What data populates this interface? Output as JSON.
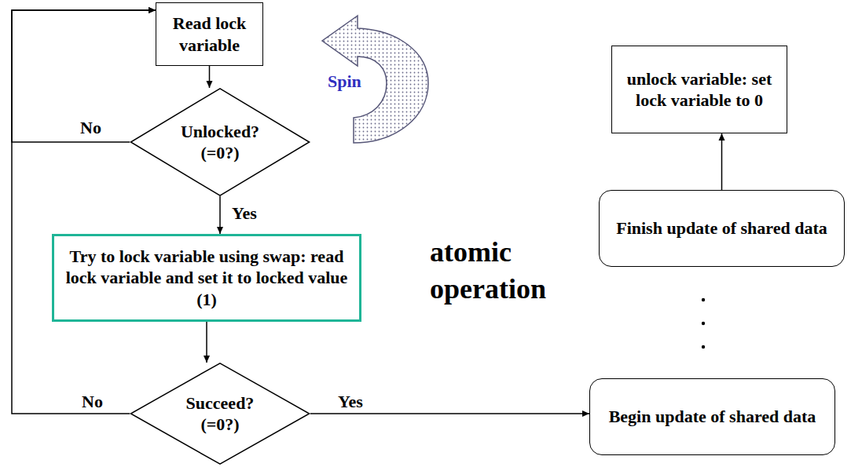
{
  "diagram": {
    "nodes": [
      {
        "text": [
          "Read lock variable"
        ]
      },
      {
        "text": [
          "Unlocked? (=0?)"
        ]
      },
      {
        "text": [
          "Try to lock variable using swap: read lock variable and set it to locked value (1)"
        ]
      },
      {
        "text": [
          "Succeed? (=0?)"
        ]
      },
      {
        "text": [
          "Begin update of shared data"
        ]
      },
      {
        "text": [
          "Finish update of shared data"
        ]
      },
      {
        "text": [
          "unlock variable: set lock variable to 0"
        ]
      }
    ],
    "edges": [
      {
        "from": 0,
        "to": 1,
        "arrow": "to"
      },
      {
        "from": 1,
        "to": 2,
        "label": "Yes",
        "arrow": "to"
      },
      {
        "from": 1,
        "to": 0,
        "label": "No",
        "arrow": "to"
      },
      {
        "from": 2,
        "to": 3,
        "arrow": "to"
      },
      {
        "from": 3,
        "to": 0,
        "label": "No",
        "arrow": "to"
      },
      {
        "from": 3,
        "to": 4,
        "label": "Yes",
        "arrow": "to"
      },
      {
        "from": 5,
        "to": 6,
        "arrow": "to"
      }
    ],
    "labels": [
      "Spin",
      "atomic operation"
    ]
  }
}
